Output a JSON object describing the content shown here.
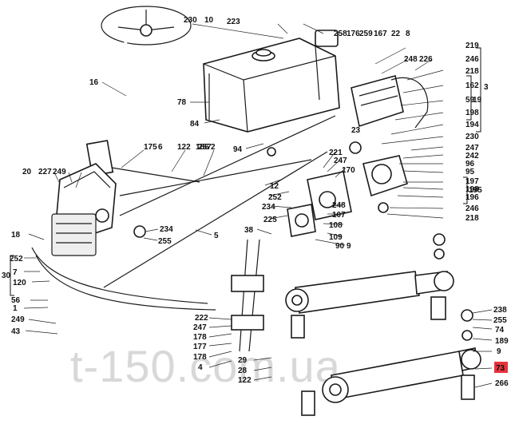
{
  "watermark": "t-150.com.ua",
  "highlight_label": "73",
  "labels": [
    "230",
    "10",
    "223",
    "258",
    "176",
    "259",
    "167",
    "22",
    "8",
    "219",
    "246",
    "248",
    "226",
    "218",
    "162",
    "59",
    "198",
    "194",
    "230",
    "247",
    "242",
    "96",
    "95",
    "197",
    "198",
    "196",
    "195",
    "246",
    "218",
    "16",
    "78",
    "84",
    "94",
    "23",
    "221",
    "247",
    "170",
    "175",
    "6",
    "122",
    "186",
    "257",
    "2",
    "20",
    "227",
    "249",
    "12",
    "252",
    "234",
    "225",
    "248",
    "107",
    "108",
    "109",
    "90",
    "234",
    "255",
    "5",
    "18",
    "38",
    "9",
    "252",
    "7",
    "120",
    "30",
    "56",
    "1",
    "249",
    "43",
    "222",
    "247",
    "178",
    "177",
    "178",
    "4",
    "29",
    "28",
    "122",
    "238",
    "255",
    "74",
    "189",
    "9",
    "73",
    "266",
    "19",
    "3"
  ],
  "highlight_color": "#e8333d"
}
